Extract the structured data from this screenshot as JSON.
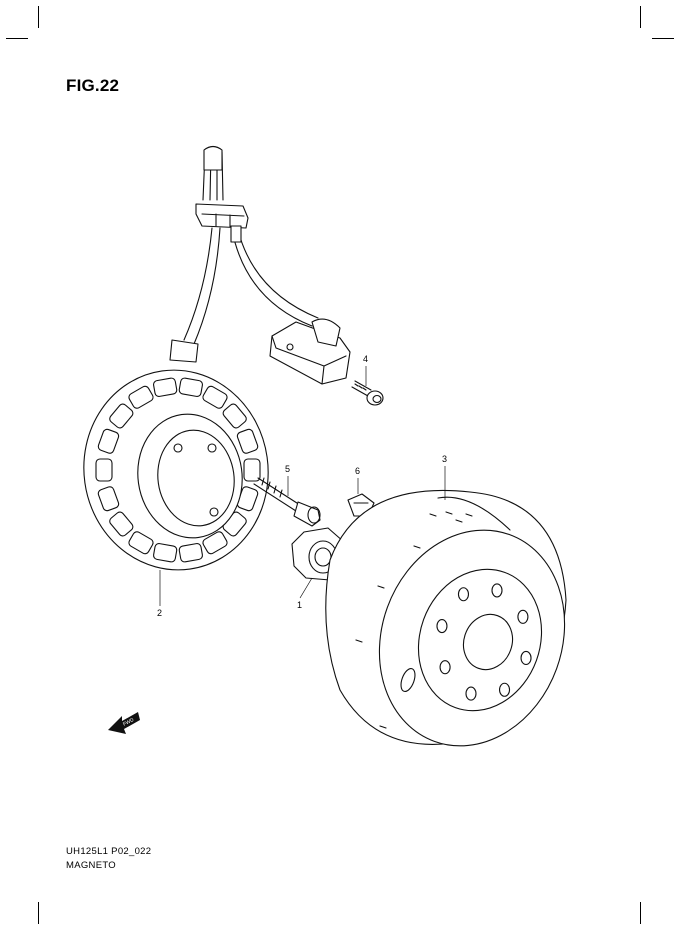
{
  "figure": {
    "title": "FIG.22",
    "code": "UH125L1 P02_022",
    "name": "MAGNETO"
  },
  "callouts": [
    "1",
    "2",
    "3",
    "4",
    "5",
    "6"
  ],
  "fwd_label": "FWD"
}
